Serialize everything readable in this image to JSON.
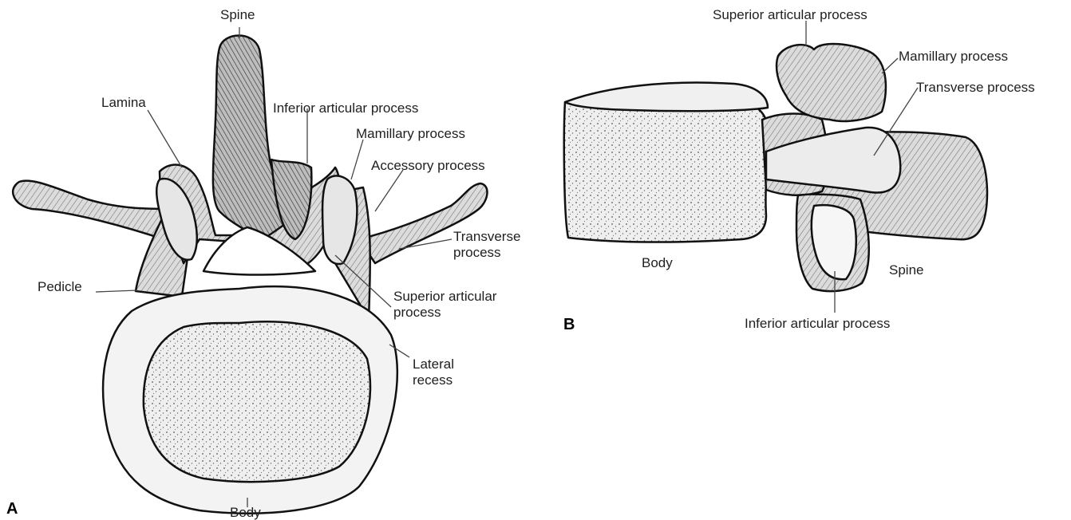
{
  "panels": [
    {
      "letter": "A",
      "labels": {
        "spine": "Spine",
        "lamina": "Lamina",
        "inferior_articular": "Inferior articular process",
        "mamillary": "Mamillary process",
        "accessory": "Accessory process",
        "transverse_1": "Transverse",
        "transverse_2": "process",
        "pedicle": "Pedicle",
        "superior_articular_1": "Superior articular",
        "superior_articular_2": "process",
        "lateral_recess_1": "Lateral",
        "lateral_recess_2": "recess",
        "body": "Body"
      }
    },
    {
      "letter": "B",
      "labels": {
        "superior_articular": "Superior articular process",
        "mamillary": "Mamillary process",
        "transverse": "Transverse process",
        "body": "Body",
        "spine": "Spine",
        "inferior_articular": "Inferior articular process"
      }
    }
  ]
}
